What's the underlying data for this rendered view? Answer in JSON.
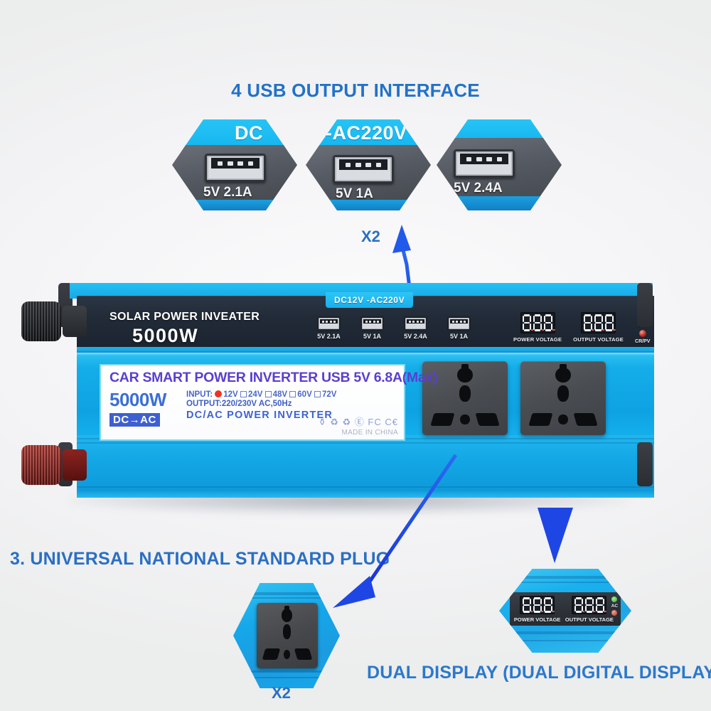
{
  "headings": {
    "usb": "4 USB OUTPUT INTERFACE",
    "plug": "3. UNIVERSAL NATIONAL STANDARD PLUG",
    "dual": "DUAL DISPLAY (DUAL DIGITAL DISPLAY)"
  },
  "multiplier_labels": {
    "usb_x2": "X2",
    "plug_x2": "X2"
  },
  "usb_callouts": [
    {
      "amperage": "5V 2.1A",
      "panel_text": "DC"
    },
    {
      "amperage": "5V 1A",
      "panel_text": "-AC220V"
    },
    {
      "amperage": "5V 2.4A",
      "panel_text": ""
    }
  ],
  "device": {
    "top_panel": {
      "brand_line1": "SOLAR POWER INVEATER",
      "brand_line2": "5000W",
      "dc_tab": "DC12V -AC220V",
      "usb_ports": [
        {
          "label": "5V 2.1A"
        },
        {
          "label": "5V 1A"
        },
        {
          "label": "5V 2.4A"
        },
        {
          "label": "5V 1A"
        }
      ],
      "displays": [
        {
          "label": "POWER VOLTAGE",
          "value": "888"
        },
        {
          "label": "OUTPUT VOLTAGE",
          "value": "888"
        }
      ],
      "leds": [
        {
          "name": "AC",
          "color": "#35b83a"
        },
        {
          "name": "CR/PV",
          "color": "#c83a2c"
        }
      ]
    },
    "label": {
      "title": "CAR SMART POWER INVERTER USB 5V 6.8A(Max)",
      "wattage": "5000W",
      "dc_ac_badge": "DC→AC",
      "input_prefix": "INPUT:",
      "input_options": [
        {
          "value": "12V",
          "selected": true
        },
        {
          "value": "24V",
          "selected": false
        },
        {
          "value": "48V",
          "selected": false
        },
        {
          "value": "60V",
          "selected": false
        },
        {
          "value": "72V",
          "selected": false
        }
      ],
      "output": "OUTPUT:220/230V AC,50Hz",
      "type_line": "DC/AC POWER INVERTER",
      "cert_icons": "⚱ ♻ ♻ Ⓔ FC C€",
      "origin": "MADE IN CHINA"
    }
  },
  "bottom_callouts": {
    "display_hex": {
      "left_label": "POWER VOLTAGE",
      "left_value": "888",
      "right_label": "OUTPUT VOLTAGE",
      "right_value": "888"
    }
  },
  "colors": {
    "heading_blue": "#2272c8",
    "arrow_blue": "#1a4ee0",
    "device_body_cyan": "#14ade9",
    "label_purple": "#5a3fd0",
    "input_selected_red": "#ee3322"
  }
}
